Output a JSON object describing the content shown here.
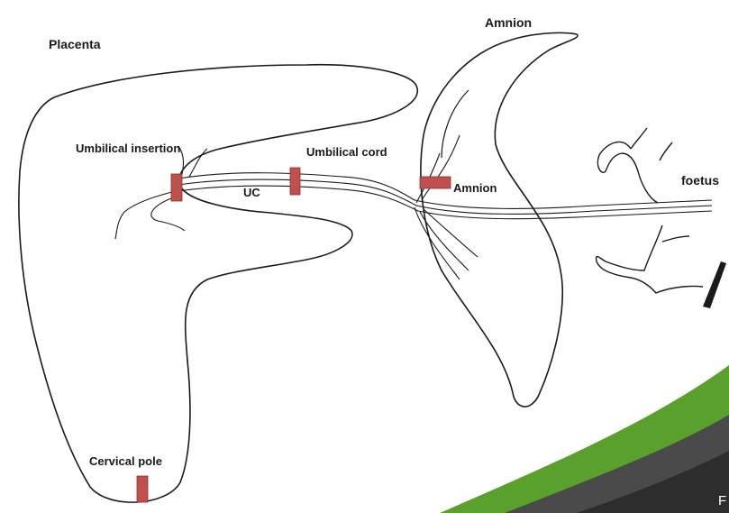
{
  "labels": {
    "placenta": "Placenta",
    "amnion_top": "Amnion",
    "umbilical_insertion": "Umbilical insertion",
    "umbilical_cord": "Umbilical cord",
    "uc": "UC",
    "amnion_marker": "Amnion",
    "foetus": "foetus",
    "cervical_pole": "Cervical pole"
  },
  "footer": {
    "letter": "F"
  },
  "colors": {
    "outline": "#1a1a1a",
    "marker": "#c0504d",
    "marker_edge": "#8e2f2c",
    "band_green": "#5aa02c",
    "band_grey": "#4a4a4a",
    "band_dark": "#2d2d2d"
  }
}
